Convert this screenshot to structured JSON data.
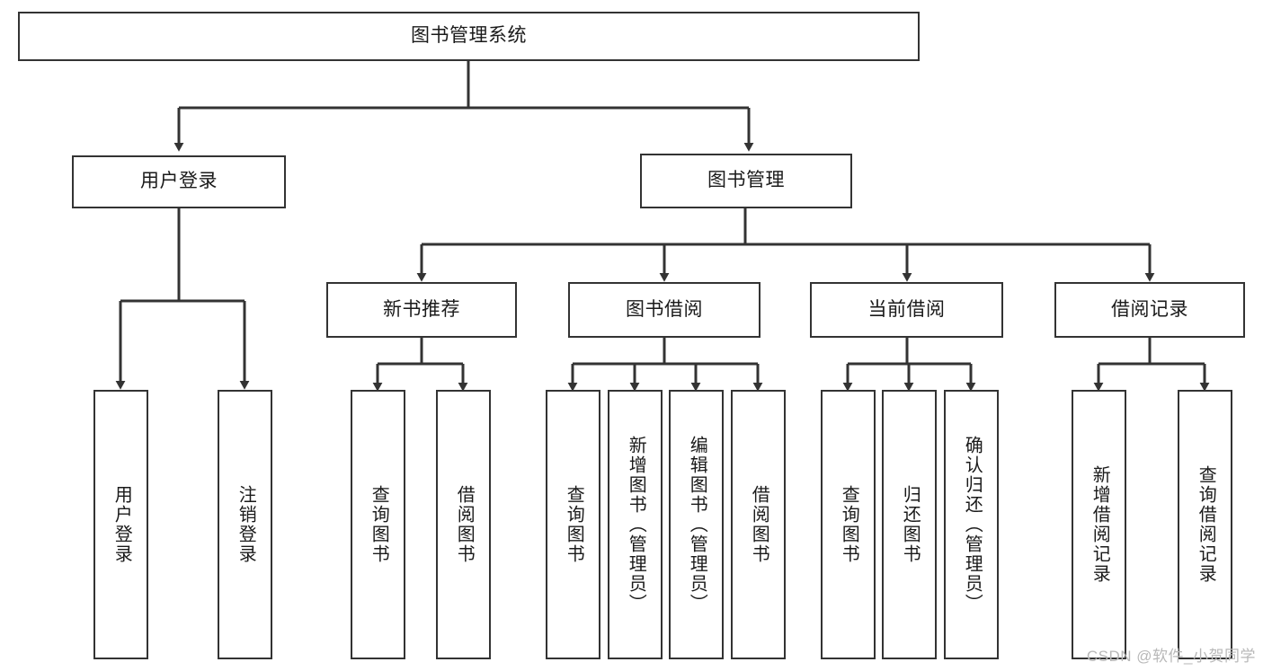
{
  "diagram": {
    "type": "tree-hierarchy",
    "title": "图书管理系统",
    "watermark": "CSDN @软件_小贺同学",
    "colors": {
      "stroke": "#333333",
      "background": "#ffffff",
      "text": "#1a1a1a",
      "watermark": "#b8b8b8"
    }
  },
  "nodes": {
    "root": {
      "label": "图书管理系统",
      "level": 1
    },
    "level2": [
      {
        "id": "user-login",
        "label": "用户登录"
      },
      {
        "id": "book-manage",
        "label": "图书管理"
      }
    ],
    "level3": [
      {
        "id": "new-book-recommend",
        "label": "新书推荐",
        "parent": "book-manage"
      },
      {
        "id": "book-borrow",
        "label": "图书借阅",
        "parent": "book-manage"
      },
      {
        "id": "current-borrow",
        "label": "当前借阅",
        "parent": "book-manage"
      },
      {
        "id": "borrow-record",
        "label": "借阅记录",
        "parent": "book-manage"
      }
    ],
    "leaves": [
      {
        "id": "leaf-user-login",
        "label": "用户登录",
        "parent": "user-login"
      },
      {
        "id": "leaf-logout-login",
        "label": "注销登录",
        "parent": "user-login"
      },
      {
        "id": "leaf-query-book-1",
        "label": "查询图书",
        "parent": "new-book-recommend"
      },
      {
        "id": "leaf-borrow-book-1",
        "label": "借阅图书",
        "parent": "new-book-recommend"
      },
      {
        "id": "leaf-query-book-2",
        "label": "查询图书",
        "parent": "book-borrow"
      },
      {
        "id": "leaf-add-book",
        "label": "新增图书（管理员）",
        "parent": "book-borrow"
      },
      {
        "id": "leaf-edit-book",
        "label": "编辑图书（管理员）",
        "parent": "book-borrow"
      },
      {
        "id": "leaf-borrow-book-2",
        "label": "借阅图书",
        "parent": "book-borrow"
      },
      {
        "id": "leaf-query-book-3",
        "label": "查询图书",
        "parent": "current-borrow"
      },
      {
        "id": "leaf-return-book",
        "label": "归还图书",
        "parent": "current-borrow"
      },
      {
        "id": "leaf-confirm-return",
        "label": "确认归还（管理员）",
        "parent": "current-borrow"
      },
      {
        "id": "leaf-add-record",
        "label": "新增借阅记录",
        "parent": "borrow-record"
      },
      {
        "id": "leaf-query-record",
        "label": "查询借阅记录",
        "parent": "borrow-record"
      }
    ]
  }
}
